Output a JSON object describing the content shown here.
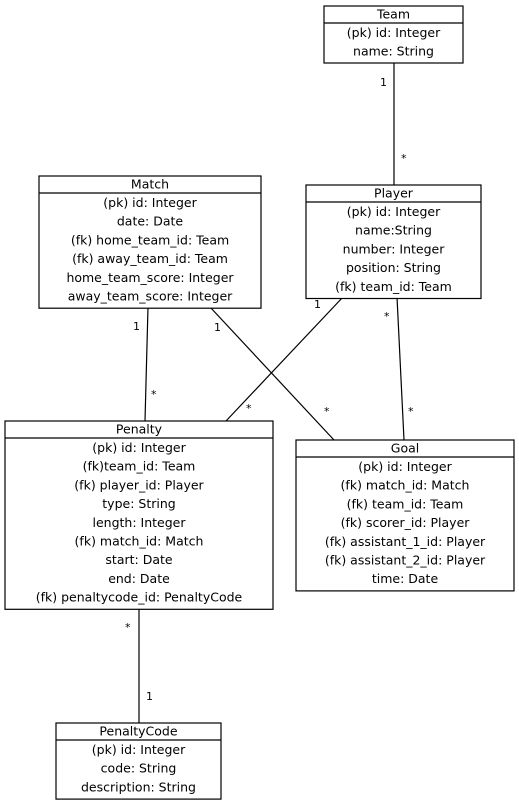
{
  "entities": [
    {
      "id": "team",
      "name": "Team",
      "attributes": [
        "(pk) id: Integer",
        "name: String"
      ]
    },
    {
      "id": "player",
      "name": "Player",
      "attributes": [
        "(pk) id: Integer",
        "name:String",
        "number: Integer",
        "position: String",
        "(fk) team_id: Team"
      ]
    },
    {
      "id": "match",
      "name": "Match",
      "attributes": [
        "(pk) id: Integer",
        "date: Date",
        "(fk) home_team_id: Team",
        "(fk) away_team_id: Team",
        "home_team_score: Integer",
        "away_team_score: Integer"
      ]
    },
    {
      "id": "penalty",
      "name": "Penalty",
      "attributes": [
        "(pk) id: Integer",
        "(fk)team_id: Team",
        "(fk) player_id: Player",
        "type: String",
        "length: Integer",
        "(fk) match_id: Match",
        "start: Date",
        "end: Date",
        "(fk) penaltycode_id: PenaltyCode"
      ]
    },
    {
      "id": "goal",
      "name": "Goal",
      "attributes": [
        "(pk) id: Integer",
        "(fk) match_id: Match",
        "(fk) team_id: Team",
        "(fk) scorer_id: Player",
        "(fk) assistant_1_id: Player",
        "(fk) assistant_2_id: Player",
        "time: Date"
      ]
    },
    {
      "id": "penaltycode",
      "name": "PenaltyCode",
      "attributes": [
        "(pk) id: Integer",
        "code: String",
        "description: String"
      ]
    }
  ],
  "relationships": [
    {
      "id": "team-player",
      "from": "team",
      "to": "player",
      "from_mult": "1",
      "to_mult": "*"
    },
    {
      "id": "match-penalty",
      "from": "match",
      "to": "penalty",
      "from_mult": "1",
      "to_mult": "*"
    },
    {
      "id": "match-goal",
      "from": "match",
      "to": "goal",
      "from_mult": "1",
      "to_mult": "*"
    },
    {
      "id": "player-penalty",
      "from": "player",
      "to": "penalty",
      "from_mult": "1",
      "to_mult": "*"
    },
    {
      "id": "player-goal",
      "from": "player",
      "to": "goal",
      "from_mult": "*",
      "to_mult": "*"
    },
    {
      "id": "penalty-penaltycode",
      "from": "penalty",
      "to": "penaltycode",
      "from_mult": "*",
      "to_mult": "1"
    }
  ]
}
